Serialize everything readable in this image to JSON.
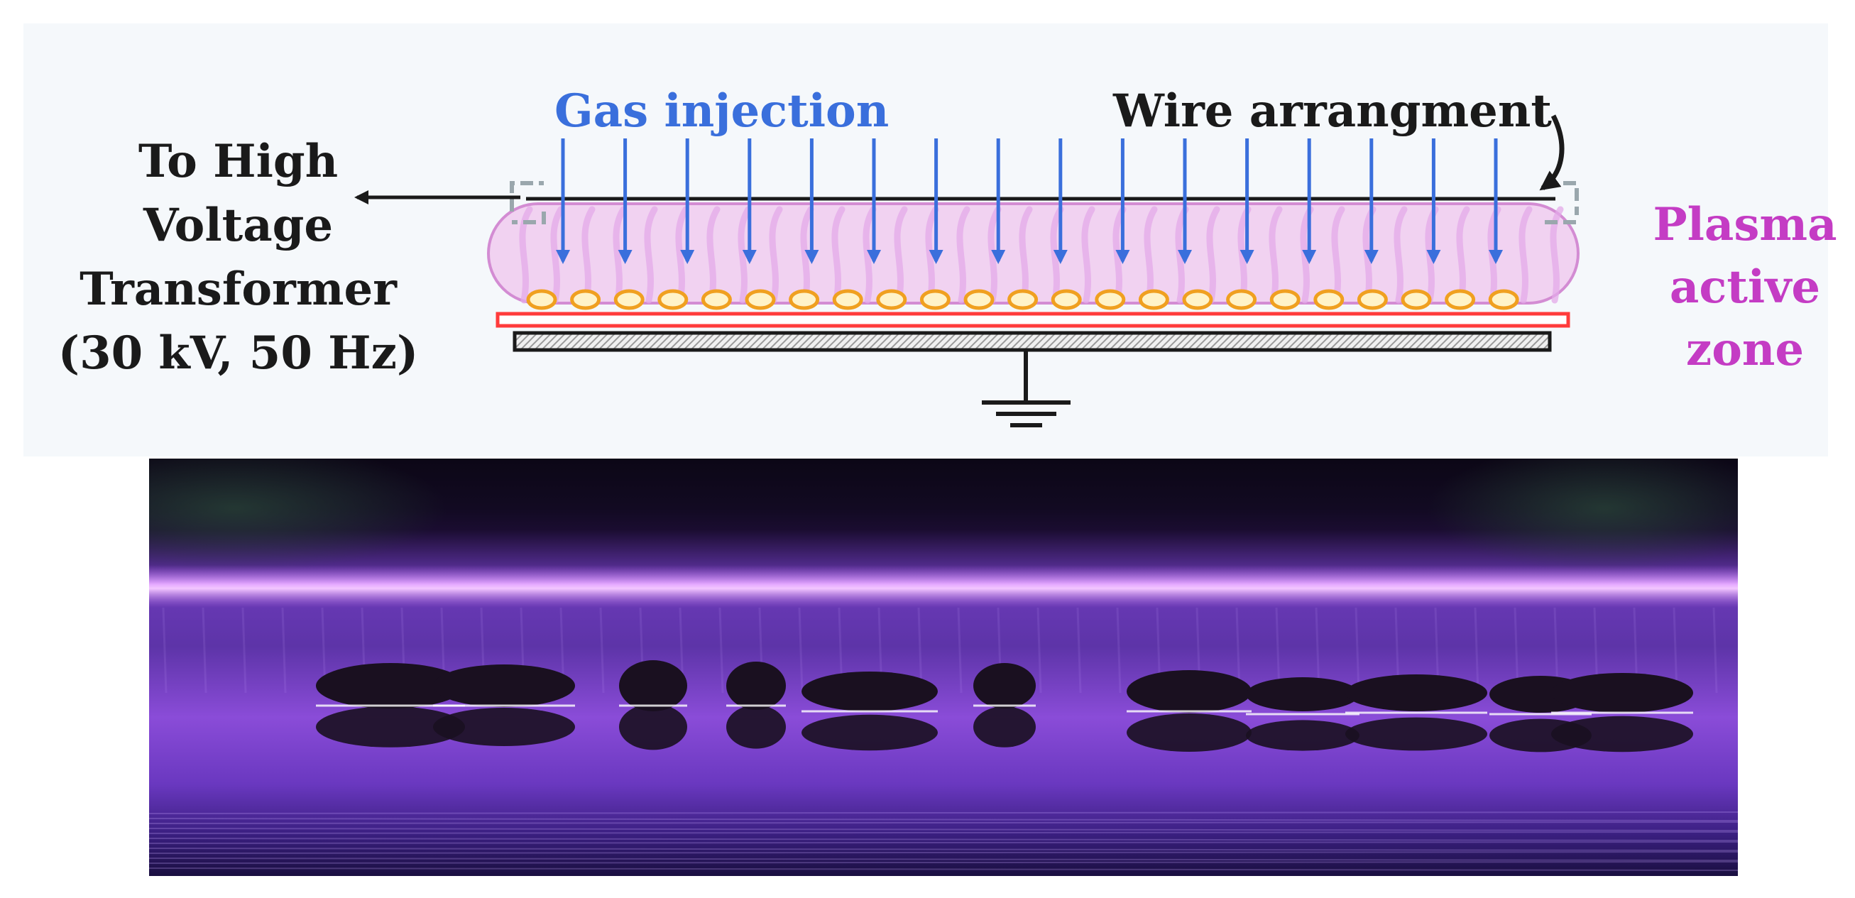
{
  "labels": {
    "gas_injection": "Gas injection",
    "wire_arrangement": "Wire arrangment",
    "high_voltage": [
      "To High",
      "Voltage",
      "Transformer",
      "(30 kV, 50 Hz)"
    ],
    "plasma_zone": [
      "Plasma",
      "active",
      "zone"
    ]
  },
  "colors": {
    "gas_arrow": "#3a6fdc",
    "plasma": "#c43cc4",
    "plasma_fill": "#f1d2f1",
    "seed_fill": "#fff3c8",
    "seed_stroke": "#f0a020",
    "dielectric": "#ff3b3b",
    "text_dark": "#1a1a1a"
  },
  "icons": {
    "ground": "ground-symbol-icon",
    "electrode": "ground-electrode-icon"
  },
  "counts": {
    "gas_arrows": 16,
    "seeds": 23
  }
}
